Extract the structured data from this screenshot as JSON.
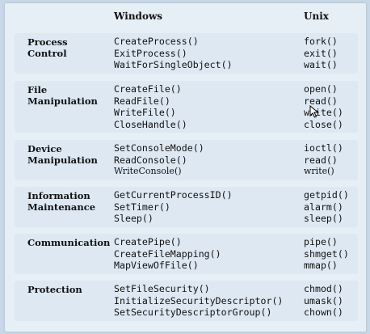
{
  "headers": {
    "windows": "Windows",
    "unix": "Unix"
  },
  "groups": [
    {
      "category": [
        "Process",
        "Control"
      ],
      "windows": [
        "CreateProcess()",
        "ExitProcess()",
        "WaitForSingleObject()"
      ],
      "unix": [
        "fork()",
        "exit()",
        "wait()"
      ]
    },
    {
      "category": [
        "File",
        "Manipulation"
      ],
      "windows": [
        "CreateFile()",
        "ReadFile()",
        "WriteFile()",
        "CloseHandle()"
      ],
      "unix": [
        "open()",
        "read()",
        "write()",
        "close()"
      ]
    },
    {
      "category": [
        "Device",
        "Manipulation"
      ],
      "windows": [
        "SetConsoleMode()",
        "ReadConsole()",
        "WriteConsole()"
      ],
      "unix": [
        "ioctl()",
        "read()",
        "write()"
      ]
    },
    {
      "category": [
        "Information",
        "Maintenance"
      ],
      "windows": [
        "GetCurrentProcessID()",
        "SetTimer()",
        "Sleep()"
      ],
      "unix": [
        "getpid()",
        "alarm()",
        "sleep()"
      ]
    },
    {
      "category": [
        "Communication",
        ""
      ],
      "windows": [
        "CreatePipe()",
        "CreateFileMapping()",
        "MapViewOfFile()"
      ],
      "unix": [
        "pipe()",
        "shmget()",
        "mmap()"
      ]
    },
    {
      "category": [
        "Protection",
        ""
      ],
      "windows": [
        "SetFileSecurity()",
        "InitializeSecurityDescriptor()",
        "SetSecurityDescriptorGroup()"
      ],
      "unix": [
        "chmod()",
        "umask()",
        "chown()"
      ]
    }
  ]
}
